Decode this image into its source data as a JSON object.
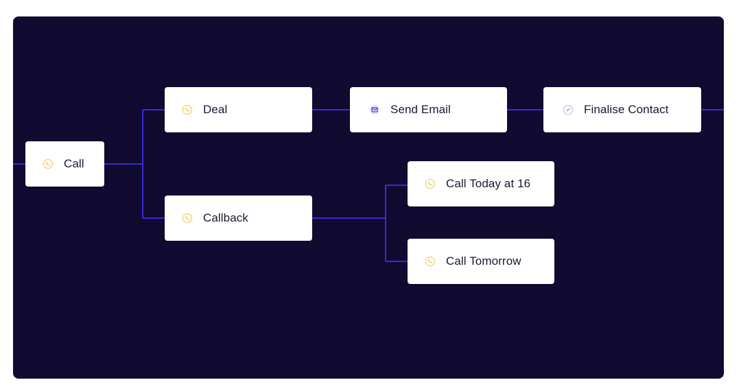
{
  "diagram": {
    "nodes": [
      {
        "id": "call",
        "label": "Call",
        "icon": "phone-icon"
      },
      {
        "id": "deal",
        "label": "Deal",
        "icon": "phone-icon"
      },
      {
        "id": "callback",
        "label": "Callback",
        "icon": "phone-icon"
      },
      {
        "id": "send_email",
        "label": "Send Email",
        "icon": "mail-icon"
      },
      {
        "id": "finalise_contact",
        "label": "Finalise Contact",
        "icon": "check-circle-icon"
      },
      {
        "id": "call_today",
        "label": "Call Today at 16",
        "icon": "phone-icon"
      },
      {
        "id": "call_tomorrow",
        "label": "Call Tomorrow",
        "icon": "phone-icon"
      }
    ],
    "edges": [
      {
        "from": "call",
        "to": "deal"
      },
      {
        "from": "call",
        "to": "callback"
      },
      {
        "from": "deal",
        "to": "send_email"
      },
      {
        "from": "send_email",
        "to": "finalise_contact"
      },
      {
        "from": "callback",
        "to": "call_today"
      },
      {
        "from": "callback",
        "to": "call_tomorrow"
      }
    ],
    "colors": {
      "canvas_background": "#110a31",
      "connector": "#3b2bd6",
      "node_background": "#ffffff",
      "node_text": "#1a1535",
      "phone_icon": "#f6c443",
      "mail_icon": "#4b49d8",
      "check_icon": "#7f8fe6"
    }
  }
}
